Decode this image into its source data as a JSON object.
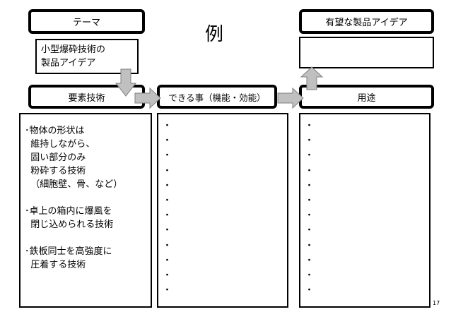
{
  "slide": {
    "title": "例",
    "page_number": "17"
  },
  "theme": {
    "header": "テーマ",
    "content": "小型爆砕技術の\n製品アイデア"
  },
  "ideas": {
    "header": "有望な製品アイデア",
    "content": ""
  },
  "elements": {
    "header": "要素技術",
    "content": "･物体の形状は\n  維持しながら、\n  固い部分のみ\n  粉砕する技術\n  （細胞壁、骨、など）\n\n･卓上の箱内に爆風を\n  閉じ込められる技術\n\n･鉄板同士を高強度に\n  圧着する技術"
  },
  "functions": {
    "header": "できる事（機能・効能）",
    "bullets": [
      "・",
      "・",
      "・",
      "・",
      "・",
      "・",
      "・",
      "・",
      "・",
      "・",
      "・",
      "・"
    ]
  },
  "uses": {
    "header": "用途",
    "bullets": [
      "・",
      "・",
      "・",
      "・",
      "・",
      "・",
      "・",
      "・",
      "・",
      "・",
      "・",
      "・"
    ]
  },
  "colors": {
    "arrow_fill": "#c0c0c0",
    "arrow_stroke": "#808080",
    "border": "#000000"
  }
}
